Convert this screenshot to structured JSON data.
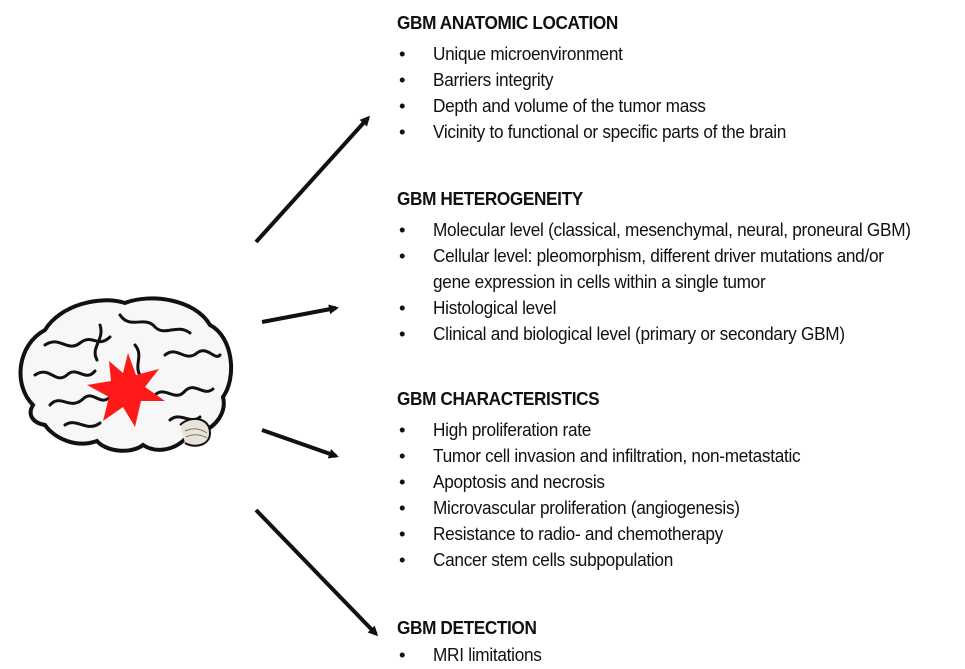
{
  "sections": [
    {
      "title": "GBM ANATOMIC LOCATION",
      "items": [
        "Unique microenvironment",
        "Barriers integrity",
        "Depth and volume of the tumor mass",
        "Vicinity to functional or specific parts of the brain"
      ]
    },
    {
      "title": "GBM HETEROGENEITY",
      "items": [
        "Molecular level (classical, mesenchymal, neural, proneural GBM)",
        "Cellular level: pleomorphism, different driver mutations and/or\ngene expression in cells within a single tumor",
        "Histological level",
        "Clinical and biological level (primary or secondary GBM)"
      ]
    },
    {
      "title": "GBM CHARACTERISTICS",
      "items": [
        "High proliferation rate",
        "Tumor cell invasion and infiltration, non-metastatic",
        "Apoptosis and necrosis",
        "Microvascular proliferation (angiogenesis)",
        "Resistance to radio- and chemotherapy",
        "Cancer stem cells subpopulation"
      ]
    },
    {
      "title": "GBM DETECTION",
      "items": [
        "MRI limitations"
      ]
    }
  ],
  "bullet": "•",
  "colors": {
    "tumor": "#ff1a1a",
    "ink": "#111111"
  },
  "icons": {
    "brain": "brain-icon",
    "tumor": "tumor-star-icon"
  }
}
